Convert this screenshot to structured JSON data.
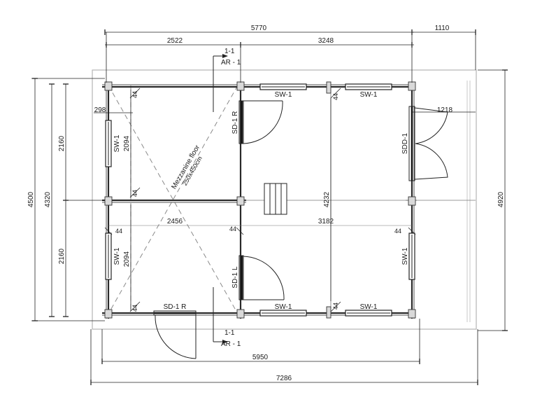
{
  "dimensions": {
    "top_total": "5770",
    "top_right": "1110",
    "top_left_part": "2522",
    "top_right_part": "3248",
    "left_outer": "4500",
    "left_mid": "4320",
    "left_upper": "2160",
    "left_lower": "2160",
    "left_offset": "298",
    "inner_upper_height": "2094",
    "inner_lower_height": "2094",
    "mid_left": "2456",
    "mid_right": "3182",
    "center_height": "4232",
    "right_outer": "4920",
    "porch_width": "1218",
    "bottom_inner": "5950",
    "bottom_total": "7286",
    "wall_thickness": "44"
  },
  "section_marks": {
    "top_number": "1-1",
    "top_code": "AR - 1",
    "bottom_number": "1-1",
    "bottom_code": "AR - 1"
  },
  "labels": {
    "sw1": "SW-1",
    "sd1r": "SD-1 R",
    "sd1l": "SD-1 L",
    "sdd1": "SDD-1",
    "mezzanine_line1": "Mezzanine floor",
    "mezzanine_line2": "250x450cm"
  }
}
